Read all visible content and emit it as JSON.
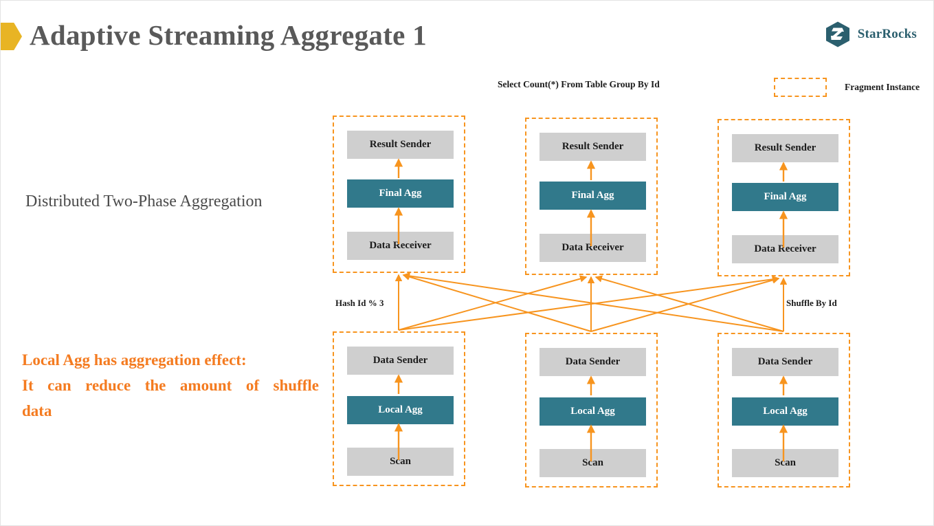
{
  "slide": {
    "title": "Adaptive Streaming Aggregate 1",
    "bullet_icon": "triangle-right-icon",
    "accent_orange": "#F7941E",
    "accent_teal": "#31798B",
    "accent_gray": "#CFCFCF",
    "accent_gold": "#E8B424",
    "title_color": "#595959"
  },
  "brand": {
    "name": "StarRocks",
    "logo_icon": "starrocks-hexagon-logo",
    "color": "#2B5F6E"
  },
  "captions": {
    "sql": "Select Count(*) From Table Group By Id",
    "legend_label": "Fragment Instance",
    "legend_swatch_icon": "dashed-rectangle-icon",
    "subtitle_left": "Distributed Two-Phase Aggregation",
    "note_line_1": "Local Agg has aggregation effect:",
    "note_line_2": "It can reduce the amount of shuffle",
    "note_line_3": "data",
    "label_hash": "Hash Id % 3",
    "label_shuffle": "Shuffle By Id"
  },
  "diagram": {
    "type": "flow",
    "top_row_title": "Final aggregation fragments",
    "bottom_row_title": "Local aggregation fragments",
    "top_fragments": [
      {
        "id": "top-1",
        "stages": [
          {
            "label": "Result Sender",
            "style": "gray"
          },
          {
            "label": "Final Agg",
            "style": "teal"
          },
          {
            "label": "Data Receiver",
            "style": "gray"
          }
        ]
      },
      {
        "id": "top-2",
        "stages": [
          {
            "label": "Result Sender",
            "style": "gray"
          },
          {
            "label": "Final Agg",
            "style": "teal"
          },
          {
            "label": "Data Receiver",
            "style": "gray"
          }
        ]
      },
      {
        "id": "top-3",
        "stages": [
          {
            "label": "Result Sender",
            "style": "gray"
          },
          {
            "label": "Final Agg",
            "style": "teal"
          },
          {
            "label": "Data Receiver",
            "style": "gray"
          }
        ]
      }
    ],
    "bottom_fragments": [
      {
        "id": "bottom-1",
        "stages": [
          {
            "label": "Data Sender",
            "style": "gray"
          },
          {
            "label": "Local Agg",
            "style": "teal"
          },
          {
            "label": "Scan",
            "style": "gray"
          }
        ]
      },
      {
        "id": "bottom-2",
        "stages": [
          {
            "label": "Data Sender",
            "style": "gray"
          },
          {
            "label": "Local Agg",
            "style": "teal"
          },
          {
            "label": "Scan",
            "style": "gray"
          }
        ]
      },
      {
        "id": "bottom-3",
        "stages": [
          {
            "label": "Data Sender",
            "style": "gray"
          },
          {
            "label": "Local Agg",
            "style": "teal"
          },
          {
            "label": "Scan",
            "style": "gray"
          }
        ]
      }
    ],
    "shuffle_edges": 9
  }
}
